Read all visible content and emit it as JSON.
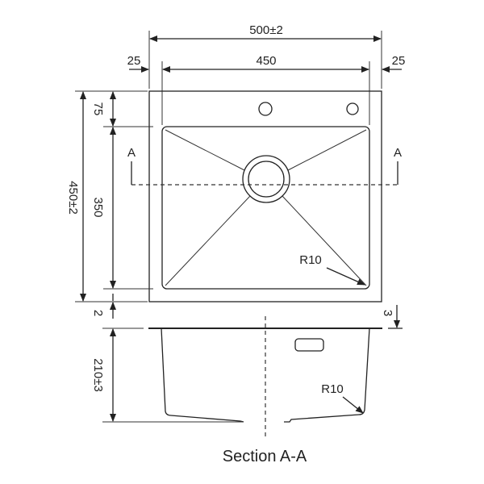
{
  "dimensions": {
    "overall_width": "500±2",
    "inner_width": "450",
    "left_margin": "25",
    "right_margin": "25",
    "top_margin": "75",
    "inner_length": "350",
    "overall_length": "450±2",
    "bottom_margin": "2",
    "depth": "210±3",
    "rim_thickness": "3",
    "radius_top": "R10",
    "radius_section": "R10"
  },
  "section_marks": {
    "left": "A",
    "right": "A"
  },
  "caption": "Section A-A",
  "colors": {
    "line": "#222222",
    "background": "#ffffff"
  }
}
